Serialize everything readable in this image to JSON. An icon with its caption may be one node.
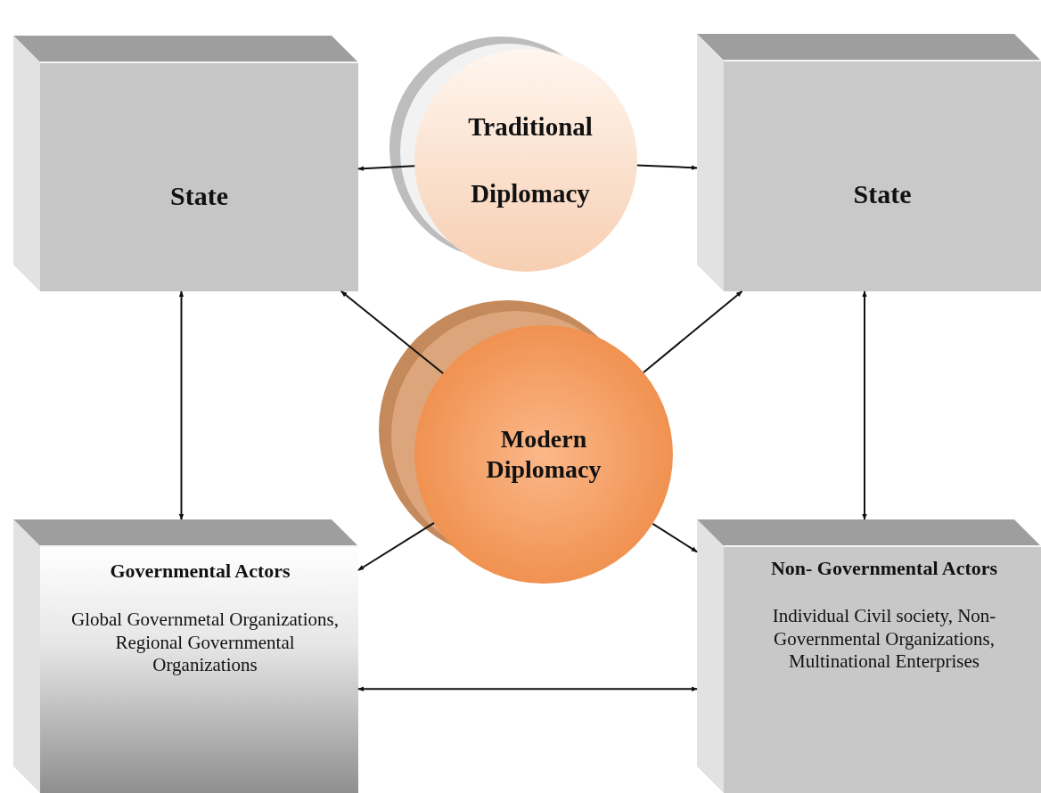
{
  "diagram": {
    "nodes": [
      {
        "text": [
          "State"
        ]
      },
      {
        "text": [
          "Traditional Diplomacy"
        ]
      },
      {
        "text": [
          "State"
        ]
      },
      {
        "text": [
          "Modern Diplomacy"
        ]
      },
      {
        "text": [
          "Governmental Actors",
          "Global Governmetal Organizations, Regional Governmental Organizations"
        ]
      },
      {
        "text": [
          "Non- Governmental Actors",
          "Individual Civil society, Non-Governmental Organizations, Multinational Enterprises"
        ]
      }
    ],
    "edges": [
      {
        "from": 1,
        "to": 0,
        "arrow": "to"
      },
      {
        "from": 1,
        "to": 2,
        "arrow": "to"
      },
      {
        "from": 0,
        "to": 4,
        "arrow": "both"
      },
      {
        "from": 2,
        "to": 5,
        "arrow": "both"
      },
      {
        "from": 3,
        "to": 0,
        "arrow": "to"
      },
      {
        "from": 3,
        "to": 2,
        "arrow": "to"
      },
      {
        "from": 3,
        "to": 4,
        "arrow": "to"
      },
      {
        "from": 3,
        "to": 5,
        "arrow": "to"
      },
      {
        "from": 4,
        "to": 5,
        "arrow": "both"
      }
    ]
  }
}
